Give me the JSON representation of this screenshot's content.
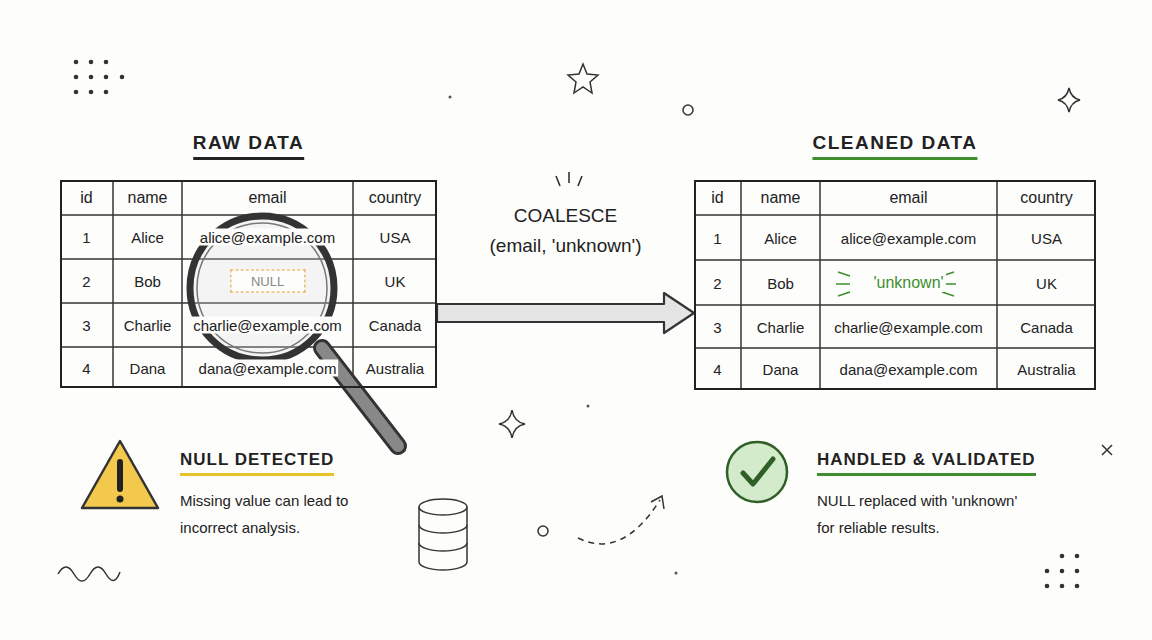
{
  "diagram": {
    "nodes": [
      {
        "text": [
          "RAW DATA"
        ]
      },
      {
        "text": [
          "CLEANED DATA"
        ]
      }
    ],
    "edges": [
      {
        "from": 0,
        "to": 1,
        "arrow": "to",
        "label": "COALESCE (email, 'unknown')"
      }
    ],
    "labels": [
      "id",
      "name",
      "email",
      "country",
      "1",
      "Alice",
      "alice@example.com",
      "USA",
      "2",
      "Bob",
      "NULL",
      "UK",
      "3",
      "Charlie",
      "charlie@example.com",
      "Canada",
      "4",
      "Dana",
      "dana@example.com",
      "Australia",
      "id",
      "name",
      "email",
      "country",
      "1",
      "Alice",
      "alice@example.com",
      "USA",
      "2",
      "Bob",
      "'unknown'",
      "UK",
      "3",
      "Charlie",
      "charlie@example.com",
      "Canada",
      "4",
      "Dana",
      "dana@example.com",
      "Australia",
      "NULL DETECTED",
      "Missing value can lead to incorrect analysis.",
      "HANDLED & VALIDATED",
      "NULL replaced with 'unknown' for reliable results."
    ]
  }
}
